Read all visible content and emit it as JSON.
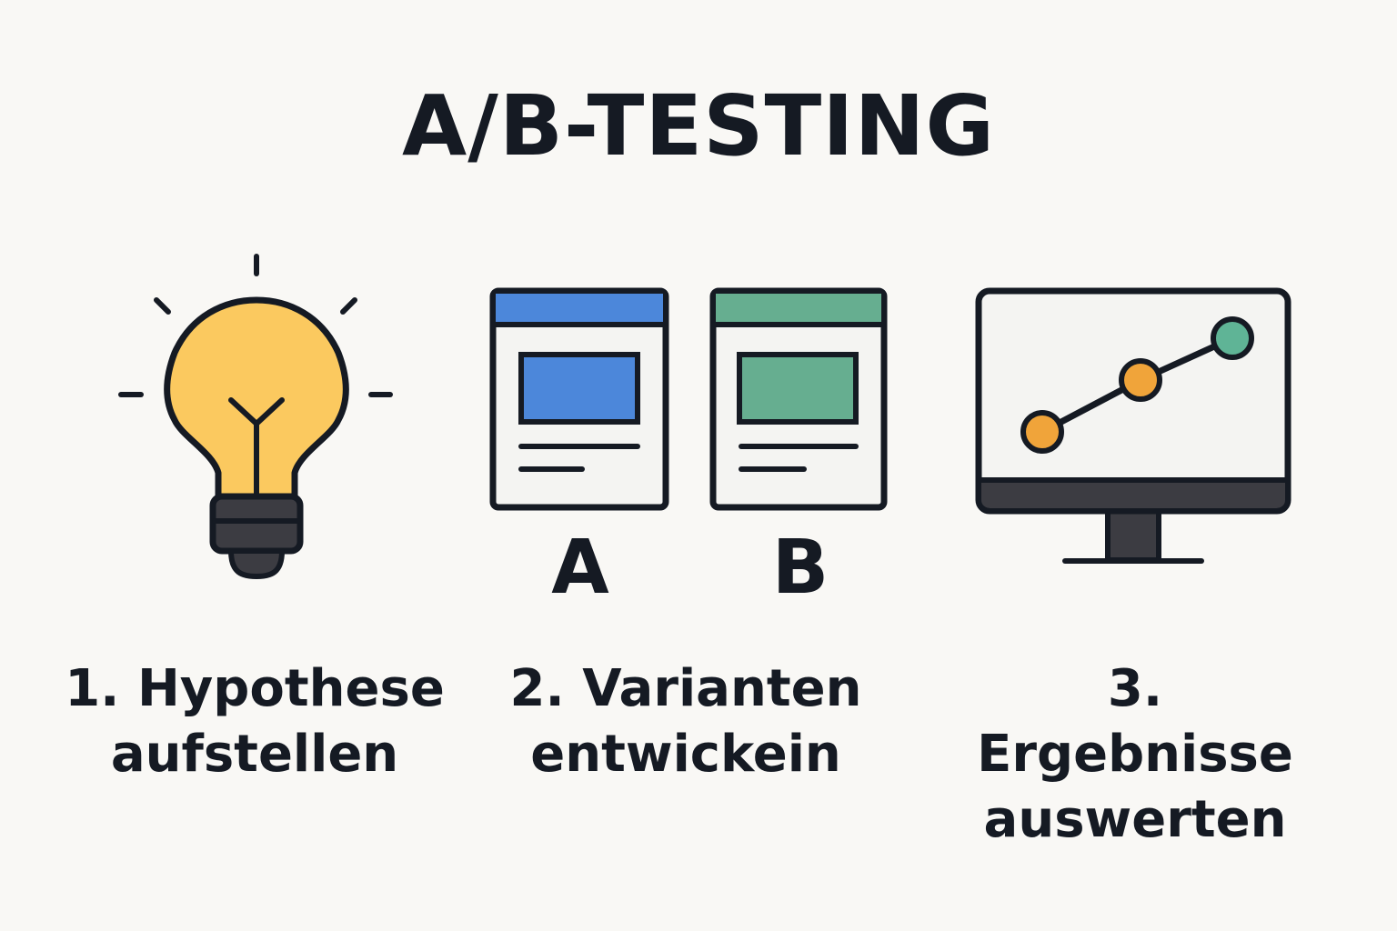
{
  "title": "A/B-TESTING",
  "colors": {
    "outline": "#151a23",
    "bulb_yellow": "#fbc95f",
    "bulb_base": "#3c3c42",
    "variant_a_blue": "#4c87da",
    "variant_b_green": "#66ae90",
    "panel_white": "#f4f4f2",
    "chart_orange": "#f0a43a",
    "chart_green": "#5fb496",
    "background": "#f9f8f5"
  },
  "variants": {
    "a_label": "A",
    "b_label": "B"
  },
  "steps": [
    {
      "icon": "lightbulb-icon",
      "line1": "1. Hypothese",
      "line2": "aufstellen"
    },
    {
      "icon": "ab-variants-icon",
      "line1": "2. Varianten",
      "line2": "entwickein"
    },
    {
      "icon": "monitor-chart-icon",
      "line1": "3. Ergebnisse",
      "line2": "auswerten"
    }
  ]
}
